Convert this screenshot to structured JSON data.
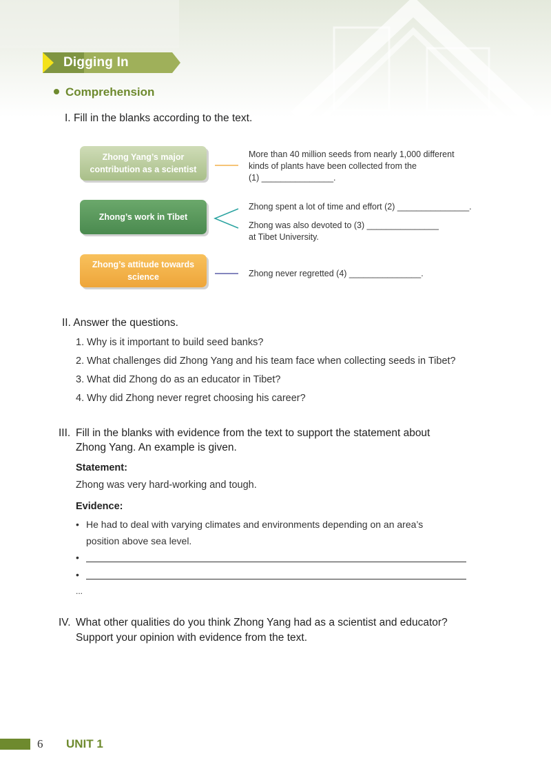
{
  "header": {
    "section_title": "Digging In",
    "subsection_title": "Comprehension"
  },
  "part1": {
    "number": "I.",
    "instruction": "Fill in the blanks according to the text.",
    "boxes": [
      {
        "label_line1": "Zhong Yang’s major",
        "label_line2": "contribution as a scientist"
      },
      {
        "label_line1": "Zhong’s work in Tibet",
        "label_line2": ""
      },
      {
        "label_line1": "Zhong’s attitude towards",
        "label_line2": "science"
      }
    ],
    "answers": {
      "a1_line1": "More than 40 million seeds from nearly 1,000 different",
      "a1_line2": "kinds of plants have been collected from the",
      "a1_line3": "(1) _______________.",
      "a2": "Zhong spent a lot of time and effort (2) _______________.",
      "a3_line1": "Zhong  was also devoted to (3)  _______________",
      "a3_line2": "at Tibet University.",
      "a4": "Zhong never regretted (4) _______________."
    },
    "colors": {
      "box1": "#b6c99a",
      "box2": "#57965b",
      "box3": "#f2b14a",
      "line1": "#f2b14a",
      "line2": "#2aa3a0",
      "line3": "#5c5ea8"
    }
  },
  "part2": {
    "number": "II.",
    "instruction": "Answer the questions.",
    "questions": [
      "1. Why is it important to build seed banks?",
      "2. What challenges did Zhong Yang and his team face when collecting seeds in Tibet?",
      "3. What did Zhong do as an educator in Tibet?",
      "4. Why did Zhong never regret choosing his career?"
    ]
  },
  "part3": {
    "number": "III.",
    "instruction_line1": "Fill in the blanks with evidence from the text to support the statement about",
    "instruction_line2": "Zhong Yang. An example is given.",
    "statement_label": "Statement:",
    "statement": "Zhong was very hard-working and tough.",
    "evidence_label": "Evidence:",
    "evidence_example_line1": "He had to deal with varying climates and environments depending on an area’s",
    "evidence_example_line2": "position above sea level.",
    "ellipsis": "..."
  },
  "part4": {
    "number": "IV.",
    "question_line1": "What other qualities do you think Zhong Yang had as a scientist and educator?",
    "question_line2": "Support your opinion with evidence from the text."
  },
  "footer": {
    "page_number": "6",
    "unit": "UNIT 1"
  },
  "theme": {
    "accent": "#6e8a2e"
  }
}
